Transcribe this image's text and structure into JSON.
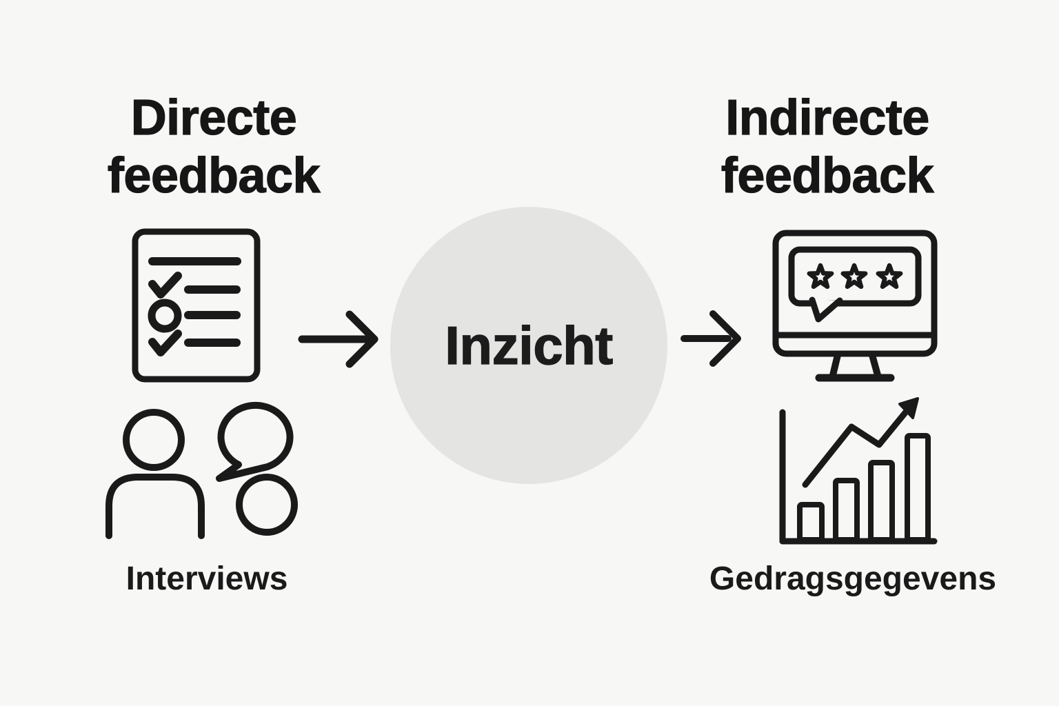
{
  "palette": {
    "background": "#f7f7f5",
    "ink": "#1a1a1a",
    "insight_circle_fill": "#e4e4e3"
  },
  "left_column": {
    "title": "Directe feedback",
    "caption": "Interviews",
    "icons": [
      "survey-checklist-icon",
      "interview-people-icon"
    ]
  },
  "center": {
    "label": "Inzicht"
  },
  "right_column": {
    "title": "Indirecte feedback",
    "caption": "Gedragsgegevens",
    "icons": [
      "monitor-review-stars-icon",
      "growth-bar-chart-icon"
    ]
  },
  "flow": {
    "arrows": [
      "left-to-insight",
      "insight-to-right"
    ],
    "direction": "left-to-right"
  }
}
